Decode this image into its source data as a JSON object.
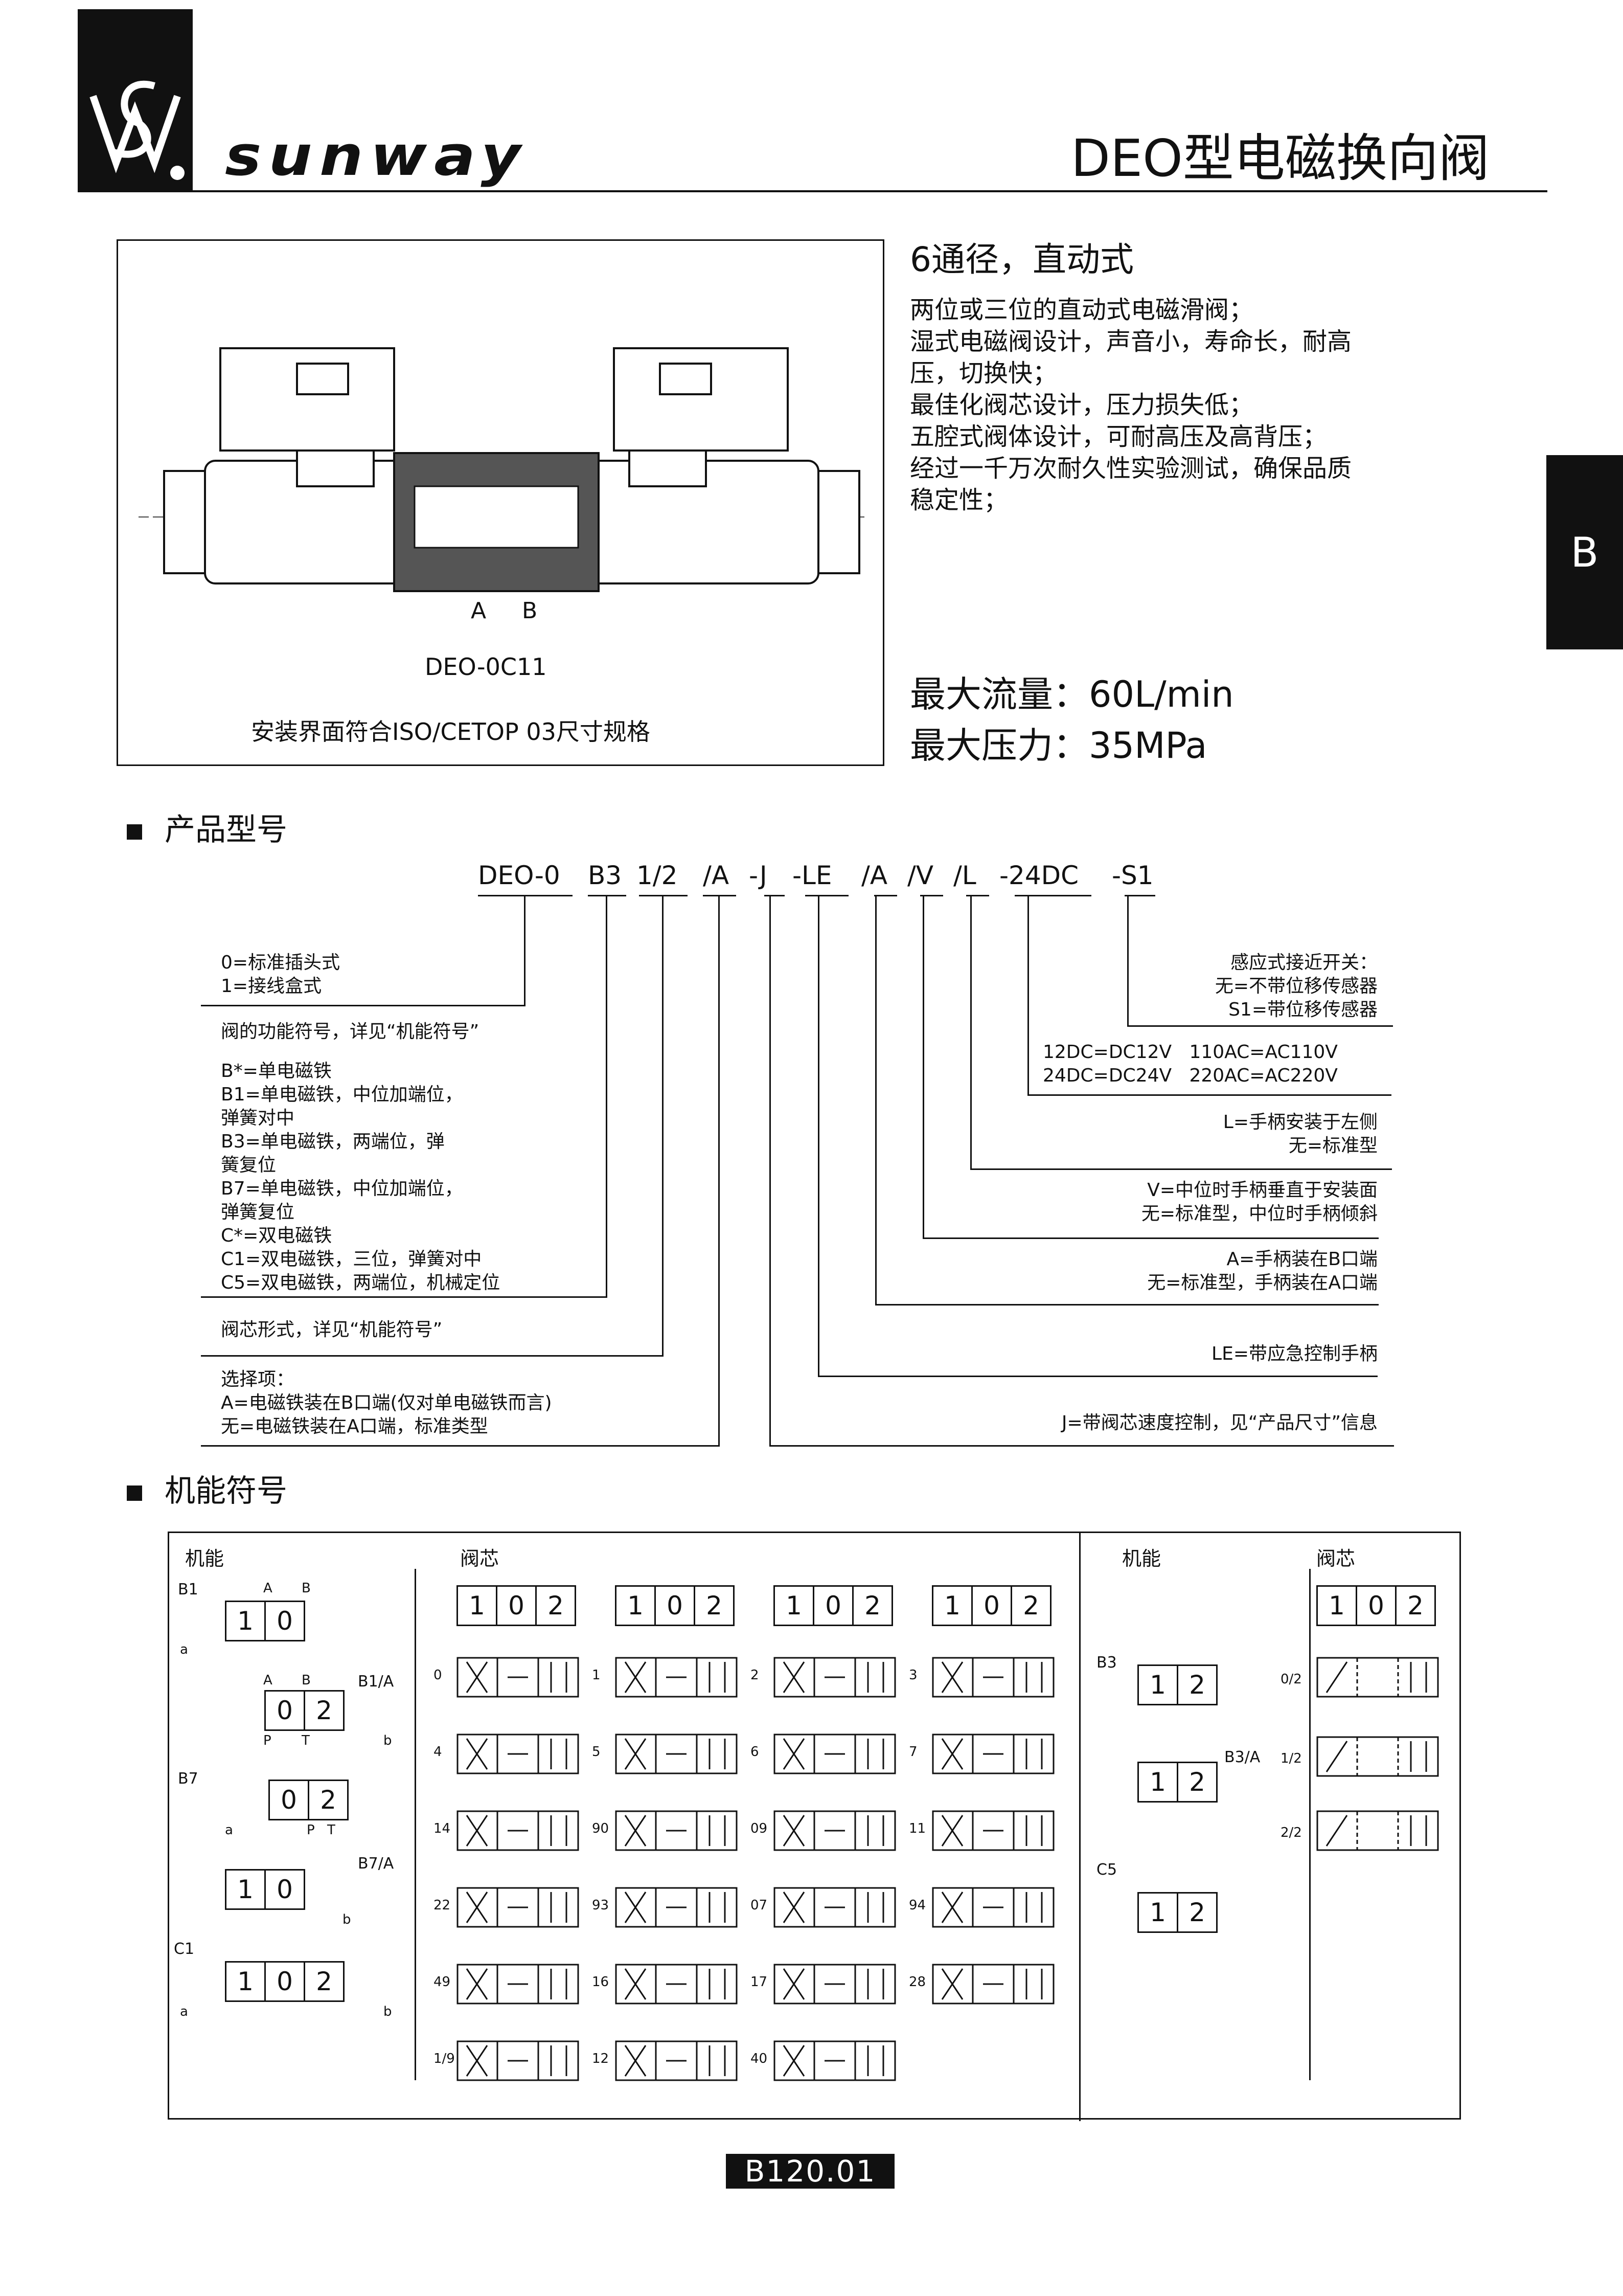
{
  "header": {
    "logo_text": "sunway",
    "title": "DEO型电磁换向阀"
  },
  "tab": {
    "letter": "B"
  },
  "product": {
    "model_label": "DEO-0C11",
    "spec_note": "安装界面符合ISO/CETOP 03尺寸规格",
    "port_a": "A",
    "port_b": "B",
    "heading": "6通径，直动式",
    "features": [
      "两位或三位的直动式电磁滑阀；",
      "湿式电磁阀设计，声音小，寿命长，耐高",
      "压，切换快；",
      "最佳化阀芯设计，压力损失低；",
      "五腔式阀体设计，可耐高压及高背压；",
      "经过一千万次耐久性实验测试，确保品质",
      "稳定性；"
    ],
    "max_flow": "最大流量：60L/min",
    "max_pressure": "最大压力：35MPa"
  },
  "model_code": {
    "section_title": "产品型号",
    "parts": [
      "DEO-0",
      "B3",
      "1/2",
      "/A",
      "-J",
      "-LE",
      "/A",
      "/V",
      "/L",
      "-24DC",
      "-S1"
    ],
    "left_notes": [
      "0=标准插头式\n1=接线盒式",
      "阀的功能符号，详见“机能符号”",
      "B*=单电磁铁\nB1=单电磁铁，中位加端位，\n弹簧对中\nB3=单电磁铁，两端位，弹\n簧复位\nB7=单电磁铁，中位加端位，\n弹簧复位\nC*=双电磁铁\nC1=双电磁铁，三位，弹簧对中\nC5=双电磁铁，两端位，机械定位",
      "阀芯形式，详见“机能符号”",
      "选择项：\nA=电磁铁装在B口端(仅对单电磁铁而言)\n无=电磁铁装在A口端，标准类型"
    ],
    "right_notes": [
      "感应式接近开关：\n无=不带位移传感器\nS1=带位移传感器",
      "12DC=DC12V   110AC=AC110V\n24DC=DC24V   220AC=AC220V",
      "L=手柄安装于左侧\n无=标准型",
      "V=中位时手柄垂直于安装面\n无=标准型，中位时手柄倾斜",
      "A=手柄装在B口端\n无=标准型，手柄装在A口端",
      "LE=带应急控制手柄",
      "J=带阀芯速度控制，见“产品尺寸”信息"
    ]
  },
  "symbols": {
    "section_title": "机能符号",
    "col_function": "机能",
    "col_spool": "阀芯",
    "cell_digits": [
      "1",
      "0",
      "2"
    ],
    "left_functions": [
      {
        "name": "B1",
        "digits": [
          "1",
          "0"
        ]
      },
      {
        "name": "B1/A",
        "digits": [
          "0",
          "2"
        ]
      },
      {
        "name": "B7",
        "digits": [
          "0",
          "2"
        ]
      },
      {
        "name": "B7/A",
        "digits": [
          "1",
          "0"
        ]
      },
      {
        "name": "C1",
        "digits": [
          "1",
          "0",
          "2"
        ]
      }
    ],
    "port_labels": {
      "a": "A",
      "b": "B",
      "p": "P",
      "t": "T",
      "sol_a": "a",
      "sol_b": "b"
    },
    "spools": [
      "0",
      "1",
      "2",
      "3",
      "4",
      "5",
      "6",
      "7",
      "14",
      "90",
      "09",
      "11",
      "22",
      "93",
      "07",
      "94",
      "49",
      "16",
      "17",
      "28",
      "1/9",
      "12",
      "40"
    ],
    "right_functions": [
      {
        "name": "B3",
        "digits": [
          "1",
          "2"
        ]
      },
      {
        "name": "B3/A",
        "digits": [
          "1",
          "2"
        ]
      },
      {
        "name": "C5",
        "digits": [
          "1",
          "2"
        ]
      }
    ],
    "right_spools": [
      "0/2",
      "1/2",
      "2/2"
    ]
  },
  "footer": {
    "page": "B120.01"
  }
}
